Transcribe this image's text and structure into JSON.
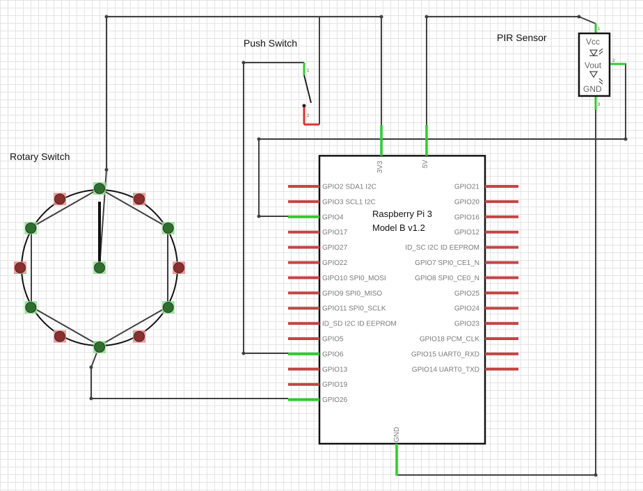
{
  "colors": {
    "wire": "#404040",
    "pin_connected": "#2ecc2e",
    "pin_unconnected": "#c24545",
    "contact_connected": "#2f6e2f",
    "contact_unconnected": "#8a2e2e",
    "board_border": "#111111"
  },
  "labels": {
    "rotary_switch": "Rotary Switch",
    "push_switch": "Push Switch",
    "pir_sensor": "PIR Sensor"
  },
  "board": {
    "name_line1": "Raspberry Pi 3",
    "name_line2": "Model B v1.2",
    "top_pins": [
      "3V3",
      "5V"
    ],
    "bottom_pin": "GND",
    "left_pins": [
      {
        "label": "GPIO2 SDA1 I2C",
        "connected": false
      },
      {
        "label": "GPIO3 SCL1 I2C",
        "connected": false
      },
      {
        "label": "GPIO4",
        "connected": true
      },
      {
        "label": "GPIO17",
        "connected": false
      },
      {
        "label": "GPIO27",
        "connected": false
      },
      {
        "label": "GPIO22",
        "connected": false
      },
      {
        "label": "GIPO10 SPI0_MOSI",
        "connected": false
      },
      {
        "label": "GPIO9 SPI0_MISO",
        "connected": false
      },
      {
        "label": "GPIO11 SPI0_SCLK",
        "connected": false
      },
      {
        "label": "ID_SD I2C ID EEPROM",
        "connected": false
      },
      {
        "label": "GPIO5",
        "connected": false
      },
      {
        "label": "GPIO6",
        "connected": true
      },
      {
        "label": "GPIO13",
        "connected": false
      },
      {
        "label": "GPIO19",
        "connected": false
      },
      {
        "label": "GPIO26",
        "connected": true
      }
    ],
    "right_pins": [
      {
        "label": "GPIO21",
        "connected": false
      },
      {
        "label": "GPIO20",
        "connected": false
      },
      {
        "label": "GPIO16",
        "connected": false
      },
      {
        "label": "GPIO12",
        "connected": false
      },
      {
        "label": "ID_SC I2C ID EEPROM",
        "connected": false
      },
      {
        "label": "GPIO7 SPI0_CE1_N",
        "connected": false
      },
      {
        "label": "GPIO8 SPI0_CE0_N",
        "connected": false
      },
      {
        "label": "GPIO25",
        "connected": false
      },
      {
        "label": "GPIO24",
        "connected": false
      },
      {
        "label": "GPIO23",
        "connected": false
      },
      {
        "label": "GPIO18 PCM_CLK",
        "connected": false
      },
      {
        "label": "GPIO15 UART0_RXD",
        "connected": false
      },
      {
        "label": "GPIO14 UART0_TXD",
        "connected": false
      }
    ]
  },
  "pir": {
    "pins": [
      "Vcc",
      "Vout",
      "GND"
    ],
    "pin_numbers": [
      "1",
      "2",
      "3"
    ]
  },
  "push_switch": {
    "pin_numbers": [
      "1",
      "2"
    ]
  },
  "rotary": {
    "contacts": [
      {
        "name": "contact-top",
        "connected": true
      },
      {
        "name": "contact-top-right",
        "connected": false
      },
      {
        "name": "contact-upper-right",
        "connected": true
      },
      {
        "name": "contact-right",
        "connected": false
      },
      {
        "name": "contact-lower-right",
        "connected": true
      },
      {
        "name": "contact-bottom-right",
        "connected": false
      },
      {
        "name": "contact-bottom",
        "connected": true
      },
      {
        "name": "contact-bottom-left",
        "connected": false
      },
      {
        "name": "contact-lower-left",
        "connected": true
      },
      {
        "name": "contact-left",
        "connected": false
      },
      {
        "name": "contact-upper-left",
        "connected": true
      },
      {
        "name": "contact-top-left",
        "connected": false
      },
      {
        "name": "contact-center",
        "connected": true
      }
    ]
  }
}
